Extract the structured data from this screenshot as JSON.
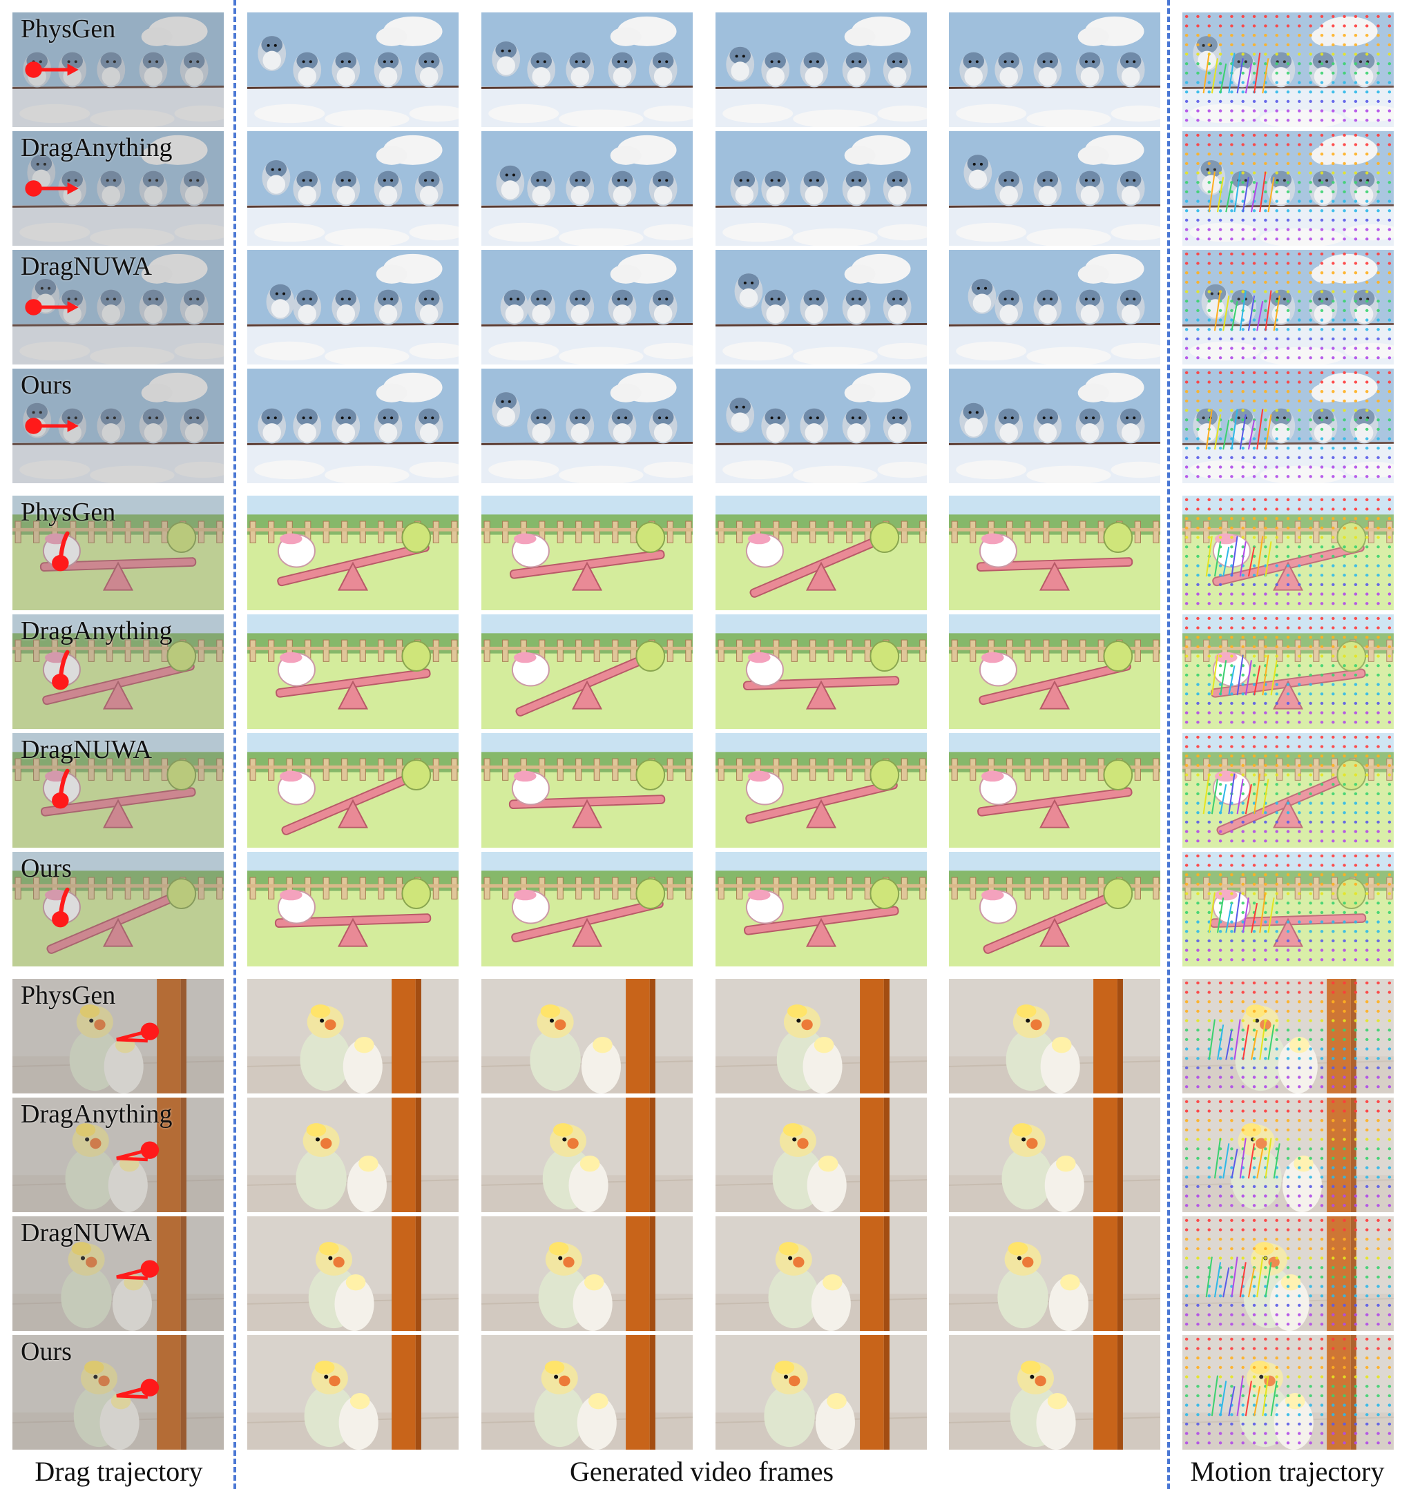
{
  "captions": {
    "drag": "Drag trajectory",
    "generated": "Generated video frames",
    "motion": "Motion trajectory"
  },
  "groups": [
    {
      "scene": "birds-on-wire",
      "drag_icon": "right-arrow-drag-icon",
      "rows": [
        {
          "method": "PhysGen"
        },
        {
          "method": "DragAnything"
        },
        {
          "method": "DragNUWA"
        },
        {
          "method": "Ours"
        }
      ]
    },
    {
      "scene": "seesaw",
      "drag_icon": "upward-curve-drag-icon",
      "rows": [
        {
          "method": "PhysGen"
        },
        {
          "method": "DragAnything"
        },
        {
          "method": "DragNUWA"
        },
        {
          "method": "Ours"
        }
      ]
    },
    {
      "scene": "cockatiel",
      "drag_icon": "left-pull-drag-icon",
      "rows": [
        {
          "method": "PhysGen"
        },
        {
          "method": "DragAnything"
        },
        {
          "method": "DragNUWA"
        },
        {
          "method": "Ours"
        }
      ]
    }
  ],
  "colors": {
    "divider": "#4a77d4",
    "drag_marker": "#ff1a1a",
    "sky": "#9fbfdc",
    "grass": "#d4ec9c",
    "seesaw": "#e98a96",
    "wall": "#d9d3cc",
    "door": "#c8641a"
  }
}
